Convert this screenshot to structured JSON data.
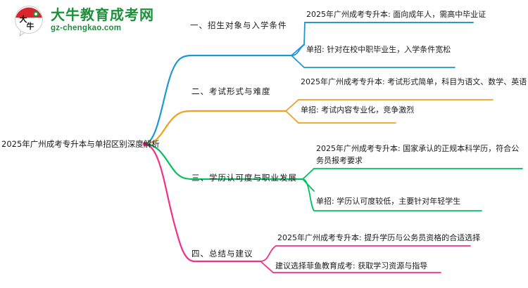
{
  "brand": {
    "logo_icon": "daniu-badge-icon",
    "name_cn": "大牛教育成考网",
    "name_en": "gz-chengkao.com",
    "color_green": "#1e8f3c",
    "color_red": "#d8262c"
  },
  "mindmap": {
    "root": {
      "label": "2025年广州成考专升本与单招区别深度解析"
    },
    "branches": [
      {
        "index": "一",
        "label": "一、招生对象与入学条件",
        "color": "#2196d4",
        "leaves": [
          {
            "label": "2025年广州成考专升本: 面向成年人，需高中毕业证"
          },
          {
            "label": "单招: 针对在校中职毕业生，入学条件宽松"
          }
        ]
      },
      {
        "index": "二",
        "label": "二、考试形式与难度",
        "color": "#f0a020",
        "leaves": [
          {
            "label": "2025年广州成考专升本: 考试形式简单，科目为语文、数学、英语"
          },
          {
            "label": "单招: 考试内容专业化，竞争激烈"
          }
        ]
      },
      {
        "index": "三",
        "label": "三、学历认可度与职业发展",
        "color": "#00c060",
        "leaves": [
          {
            "label": "2025年广州成考专升本: 国家承认的正规本科学历，符合公务员报考要求"
          },
          {
            "label": "单招: 学历认可度较低，主要针对年轻学生"
          }
        ]
      },
      {
        "index": "四",
        "label": "四、总结与建议",
        "color": "#f0308a",
        "leaves": [
          {
            "label": "2025年广州成考专升本: 提升学历与公务员资格的合适选择"
          },
          {
            "label": "建议选择菲鱼教育成考: 获取学习资源与指导"
          }
        ]
      }
    ]
  }
}
